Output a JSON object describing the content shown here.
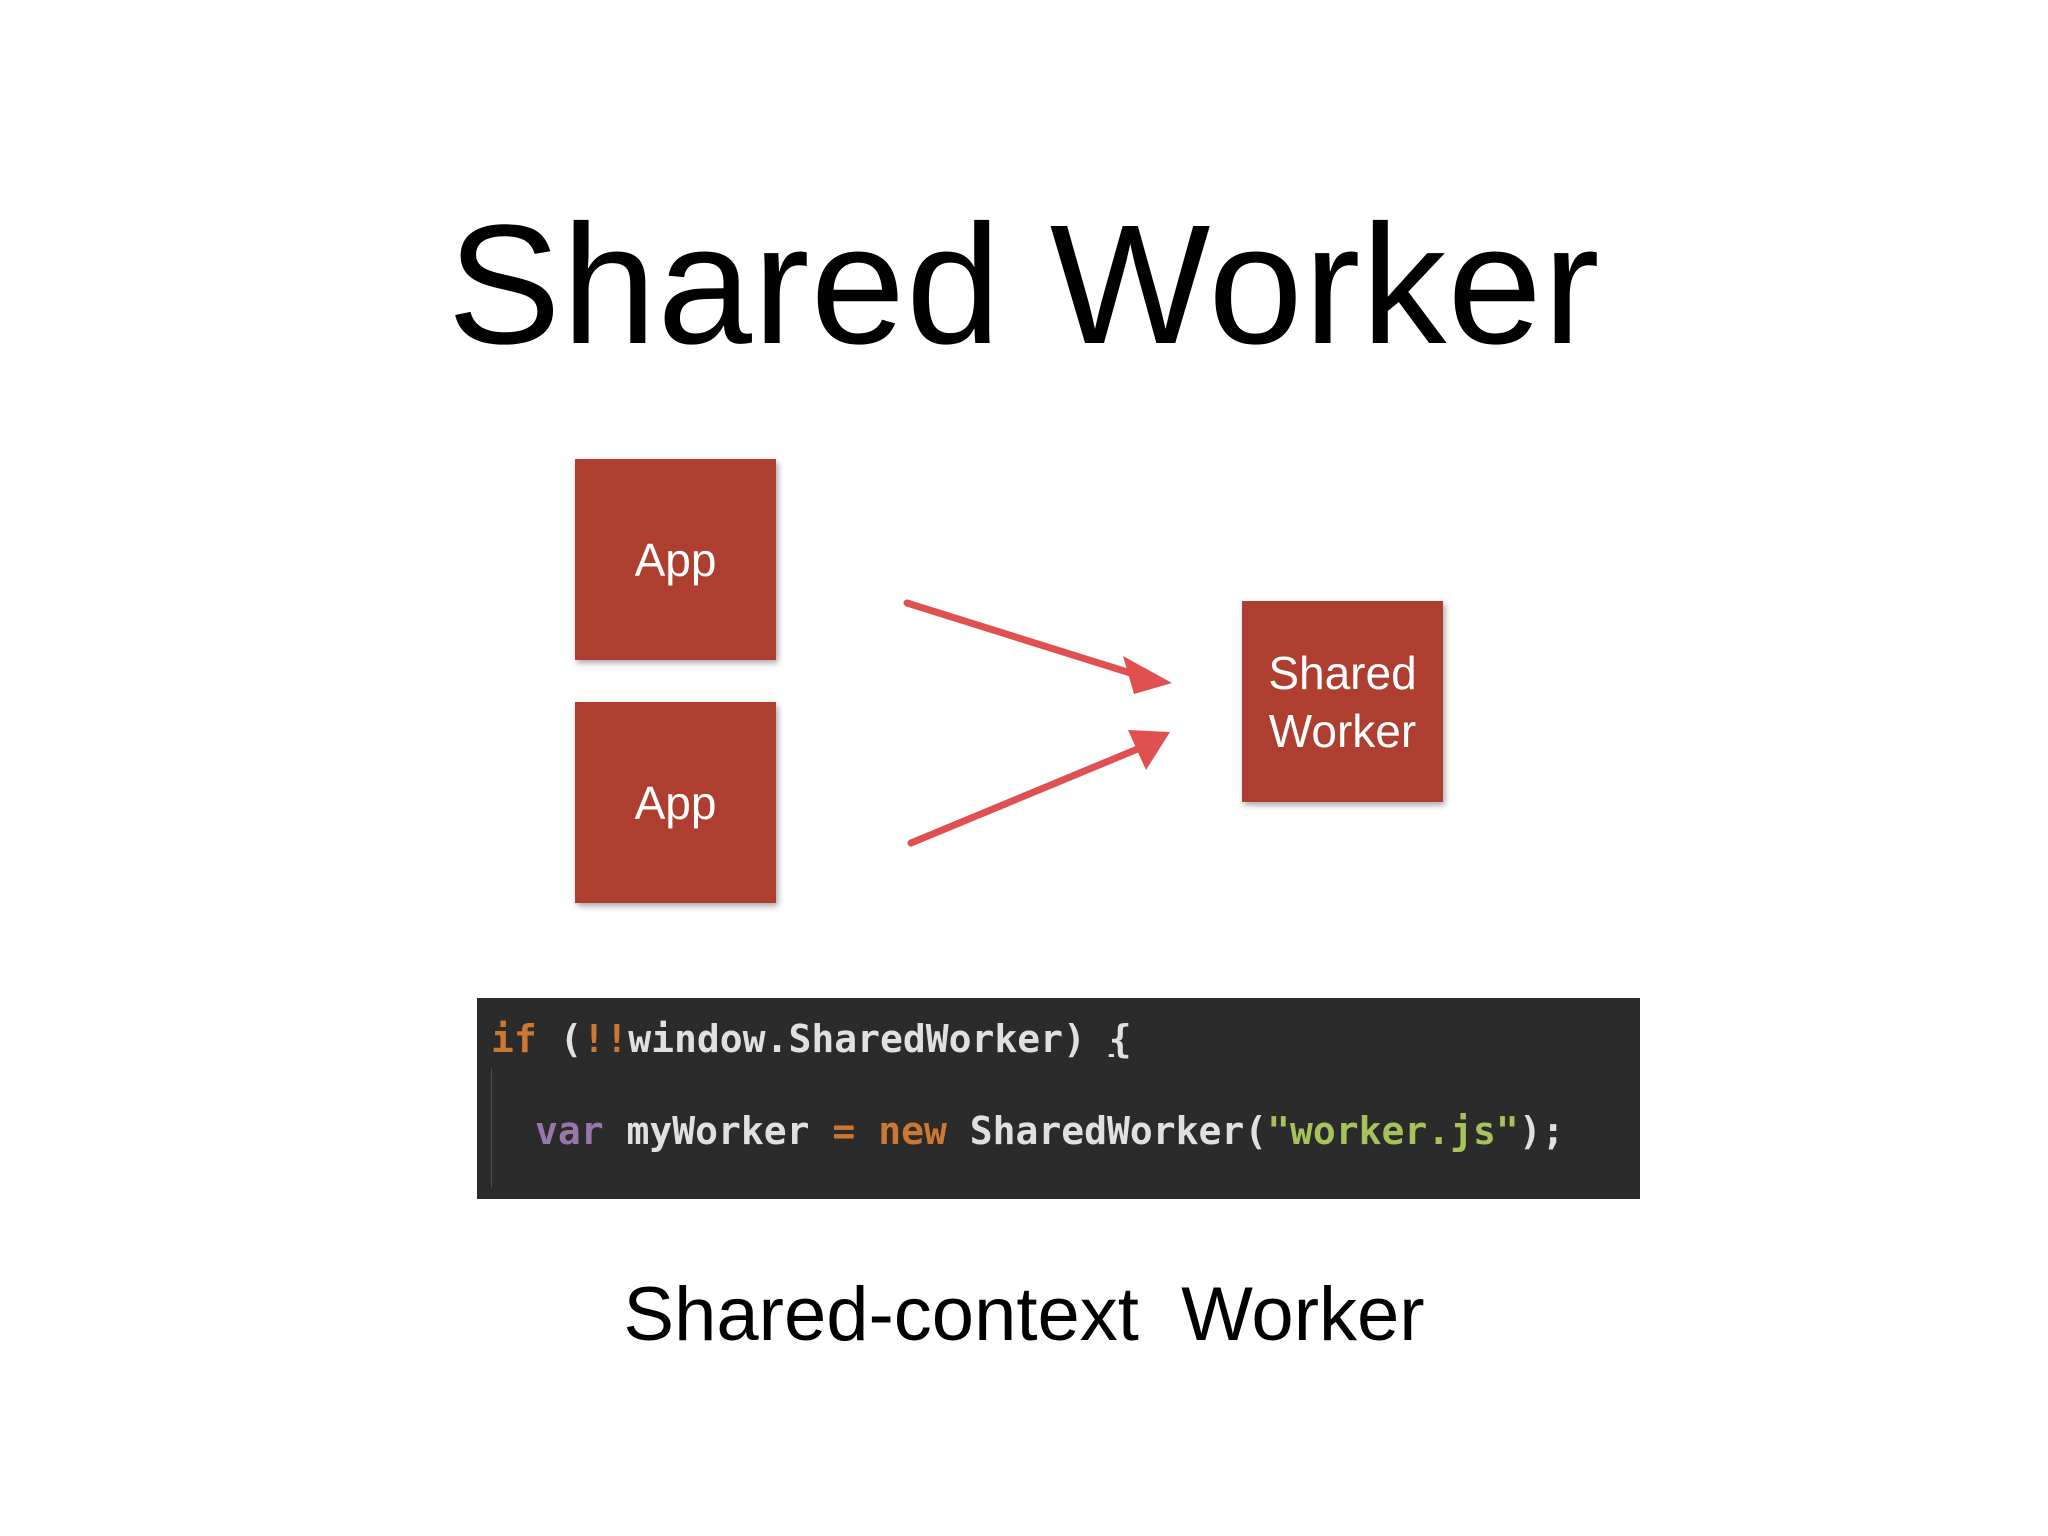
{
  "slide": {
    "title": "Shared Worker",
    "caption": "Shared-context  Worker"
  },
  "diagram": {
    "apps": [
      {
        "label": "App"
      },
      {
        "label": "App"
      }
    ],
    "worker": {
      "label_line1": "Shared",
      "label_line2": "Worker"
    },
    "colors": {
      "box": "#ae3e30",
      "box_text": "#ffffff",
      "arrow": "#e05050"
    }
  },
  "code": {
    "line1": {
      "keyword": "if",
      "open": " (",
      "negation": "!!",
      "expression": "window.SharedWorker",
      "close": ") ",
      "brace": "{"
    },
    "line2": {
      "var_kw": "var",
      "name": " myWorker ",
      "equals": "=",
      "new_kw": " new",
      "constructor": " SharedWorker",
      "paren_open": "(",
      "string": "\"worker.js\"",
      "paren_close": ");"
    },
    "colors": {
      "background": "#2b2b2b",
      "keyword": "#cc7832",
      "var_keyword": "#9876aa",
      "string": "#a5c25c",
      "text": "#e0e0e0"
    }
  }
}
